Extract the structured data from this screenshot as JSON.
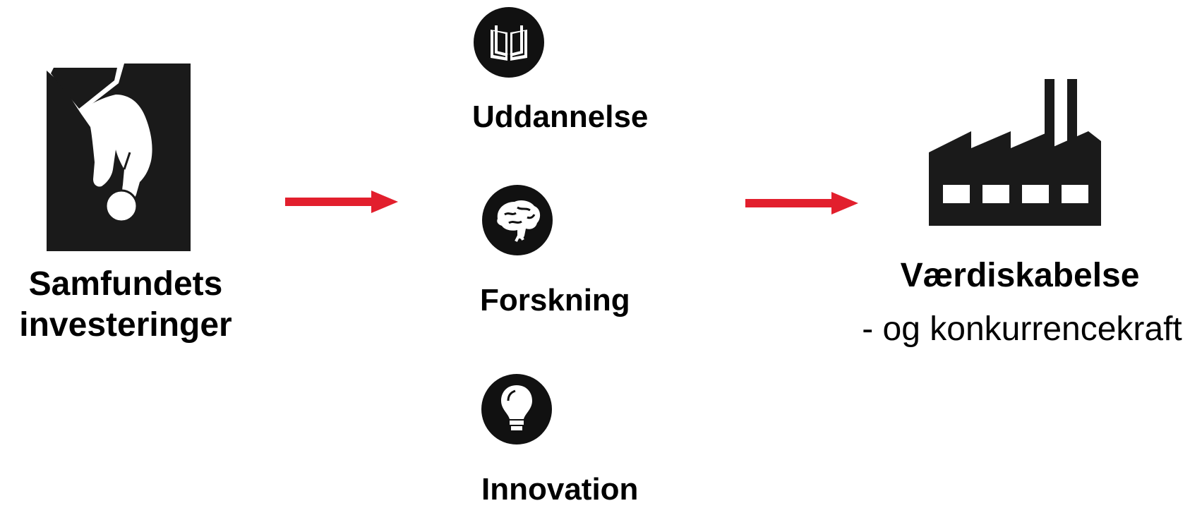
{
  "left": {
    "label": "Samfundets investeringer",
    "icon": "hand-coin-icon"
  },
  "middle": {
    "items": [
      {
        "label": "Uddannelse",
        "icon": "book-icon"
      },
      {
        "label": "Forskning",
        "icon": "brain-icon"
      },
      {
        "label": "Innovation",
        "icon": "lightbulb-icon"
      }
    ]
  },
  "right": {
    "title": "Værdiskabelse",
    "subtitle": "- og konkurrencekraft",
    "icon": "factory-icon"
  },
  "colors": {
    "arrow": "#e21f2d",
    "icon": "#111111",
    "background": "#ffffff"
  }
}
